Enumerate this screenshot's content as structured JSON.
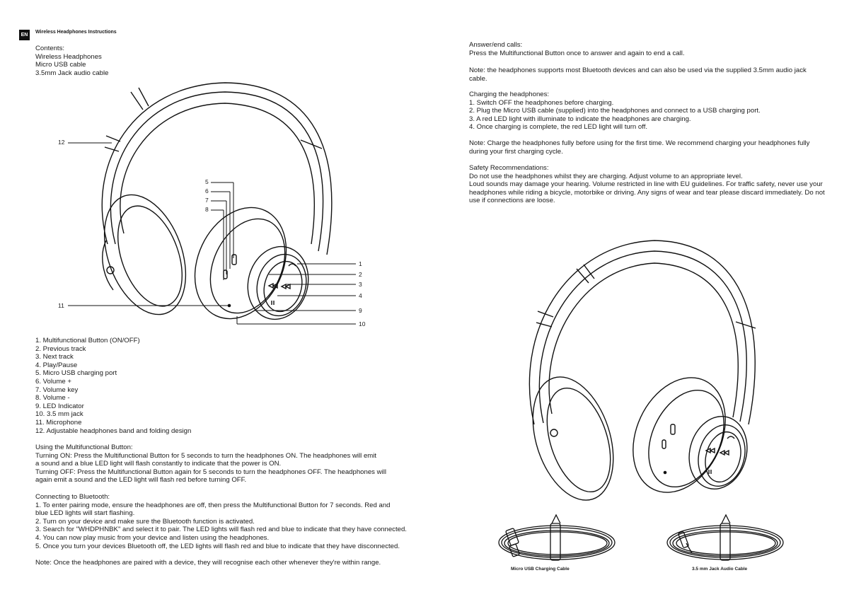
{
  "header": {
    "lang_badge": "EN",
    "title": "Wireless Headphones Instructions"
  },
  "contents": {
    "heading": "Contents:",
    "items": [
      "Wireless Headphones",
      "Micro USB cable",
      "3.5mm Jack audio cable"
    ]
  },
  "callouts": {
    "c1": "1",
    "c2": "2",
    "c3": "3",
    "c4": "4",
    "c5": "5",
    "c6": "6",
    "c7": "7",
    "c8": "8",
    "c9": "9",
    "c10": "10",
    "c11": "11",
    "c12": "12"
  },
  "parts_list": [
    "1. Multifunctional Button (ON/OFF)",
    "2. Previous track",
    "3. Next track",
    "4. Play/Pause",
    "5. Micro USB charging port",
    "6. Volume +",
    "7. Volume key",
    "8. Volume -",
    "9. LED Indicator",
    "10. 3.5 mm jack",
    "11. Microphone",
    "12. Adjustable headphones band and folding design"
  ],
  "multifunction": {
    "heading": "Using the Multifunctional Button:",
    "lines": [
      "Turning ON: Press the Multifunctional Button for 5 seconds to turn the headphones ON. The headphones will emit",
      "a sound and a blue LED light will flash constantly to indicate that the power is ON.",
      "Turning OFF: Press the Multifunctional Button again for 5 seconds to turn the headphones OFF. The headphones will",
      "again emit a sound and the LED light will flash red before turning OFF."
    ]
  },
  "bluetooth": {
    "heading": "Connecting to Bluetooth:",
    "lines": [
      "1. To enter pairing mode, ensure the headphones are off, then press the Multifunctional Button for 7 seconds. Red and",
      "blue LED lights will start flashing.",
      "2. Turn on your device and make sure the Bluetooth function is activated.",
      "3. Search for \"WHDPHNBK\" and select it to pair. The LED lights will flash red and blue to indicate that they have connected.",
      "4. You can now play music from your device and listen using the headphones.",
      "5. Once you turn your devices Bluetooth off, the LED lights will flash red and blue to indicate that they have disconnected."
    ]
  },
  "note_pairing": "Note: Once the headphones are paired with a device, they will recognise each other whenever they're within range.",
  "calls": {
    "heading": "Answer/end calls:",
    "lines": [
      "Press the Multifunctional Button once to answer and again to end a call."
    ]
  },
  "note_devices": [
    "Note: the headphones supports most Bluetooth devices and can also be used via the supplied 3.5mm audio jack",
    "cable."
  ],
  "charging": {
    "heading": "Charging the headphones:",
    "lines": [
      "1. Switch OFF the headphones before charging.",
      "2. Plug the Micro USB cable (supplied) into the headphones and connect to a USB charging port.",
      "3. A red LED light with illuminate to indicate the headphones are charging.",
      "4. Once charging is complete, the red LED light will turn off."
    ]
  },
  "note_charge": [
    "Note: Charge the headphones fully before using for the first time. We recommend charging your headphones fully",
    "during your first charging cycle."
  ],
  "safety": {
    "heading": "Safety Recommendations:",
    "lines": [
      "Do not use the headphones whilst they are charging. Adjust volume to an appropriate level.",
      "Loud sounds may damage your hearing. Volume restricted in line with EU guidelines. For traffic safety, never use your",
      "headphones while riding a bicycle, motorbike or driving. Any signs of wear and tear please discard immediately. Do not",
      "use if connections are loose."
    ]
  },
  "captions": {
    "usb": "Micro USB Charging Cable",
    "jack": "3.5 mm Jack Audio Cable"
  },
  "icons": {
    "headphones_illustration": "headphones-line-drawing",
    "usb_cable_illustration": "coiled-usb-cable-drawing",
    "jack_cable_illustration": "coiled-jack-cable-drawing"
  }
}
